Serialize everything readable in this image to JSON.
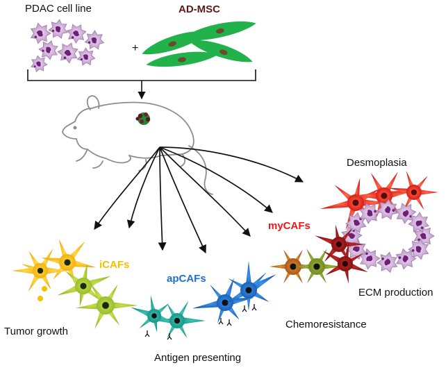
{
  "inputs": {
    "pdac_label": "PDAC cell line",
    "plus": "+",
    "msc_label": "AD-MSC",
    "msc_color": "#5c1a1a"
  },
  "outcomes": {
    "tumor_growth": "Tumor growth",
    "antigen": "Antigen presenting",
    "chemoresistance": "Chemoresistance",
    "ecm": "ECM production",
    "desmoplasia": "Desmoplasia"
  },
  "subtypes": {
    "icaf": {
      "label": "iCAFs",
      "color": "#f2c200"
    },
    "apcaf": {
      "label": "apCAFs",
      "color": "#1e6fc8"
    },
    "mycaf": {
      "label": "myCAFs",
      "color": "#e8191c"
    }
  },
  "colors": {
    "pdac_cell": "#d2b2d8",
    "pdac_nucleus": "#6e1f78",
    "msc_body": "#22b24c",
    "msc_nucleus": "#6b4a2a",
    "arrow": "#111111",
    "mouse_outline": "#8c8c8c"
  }
}
